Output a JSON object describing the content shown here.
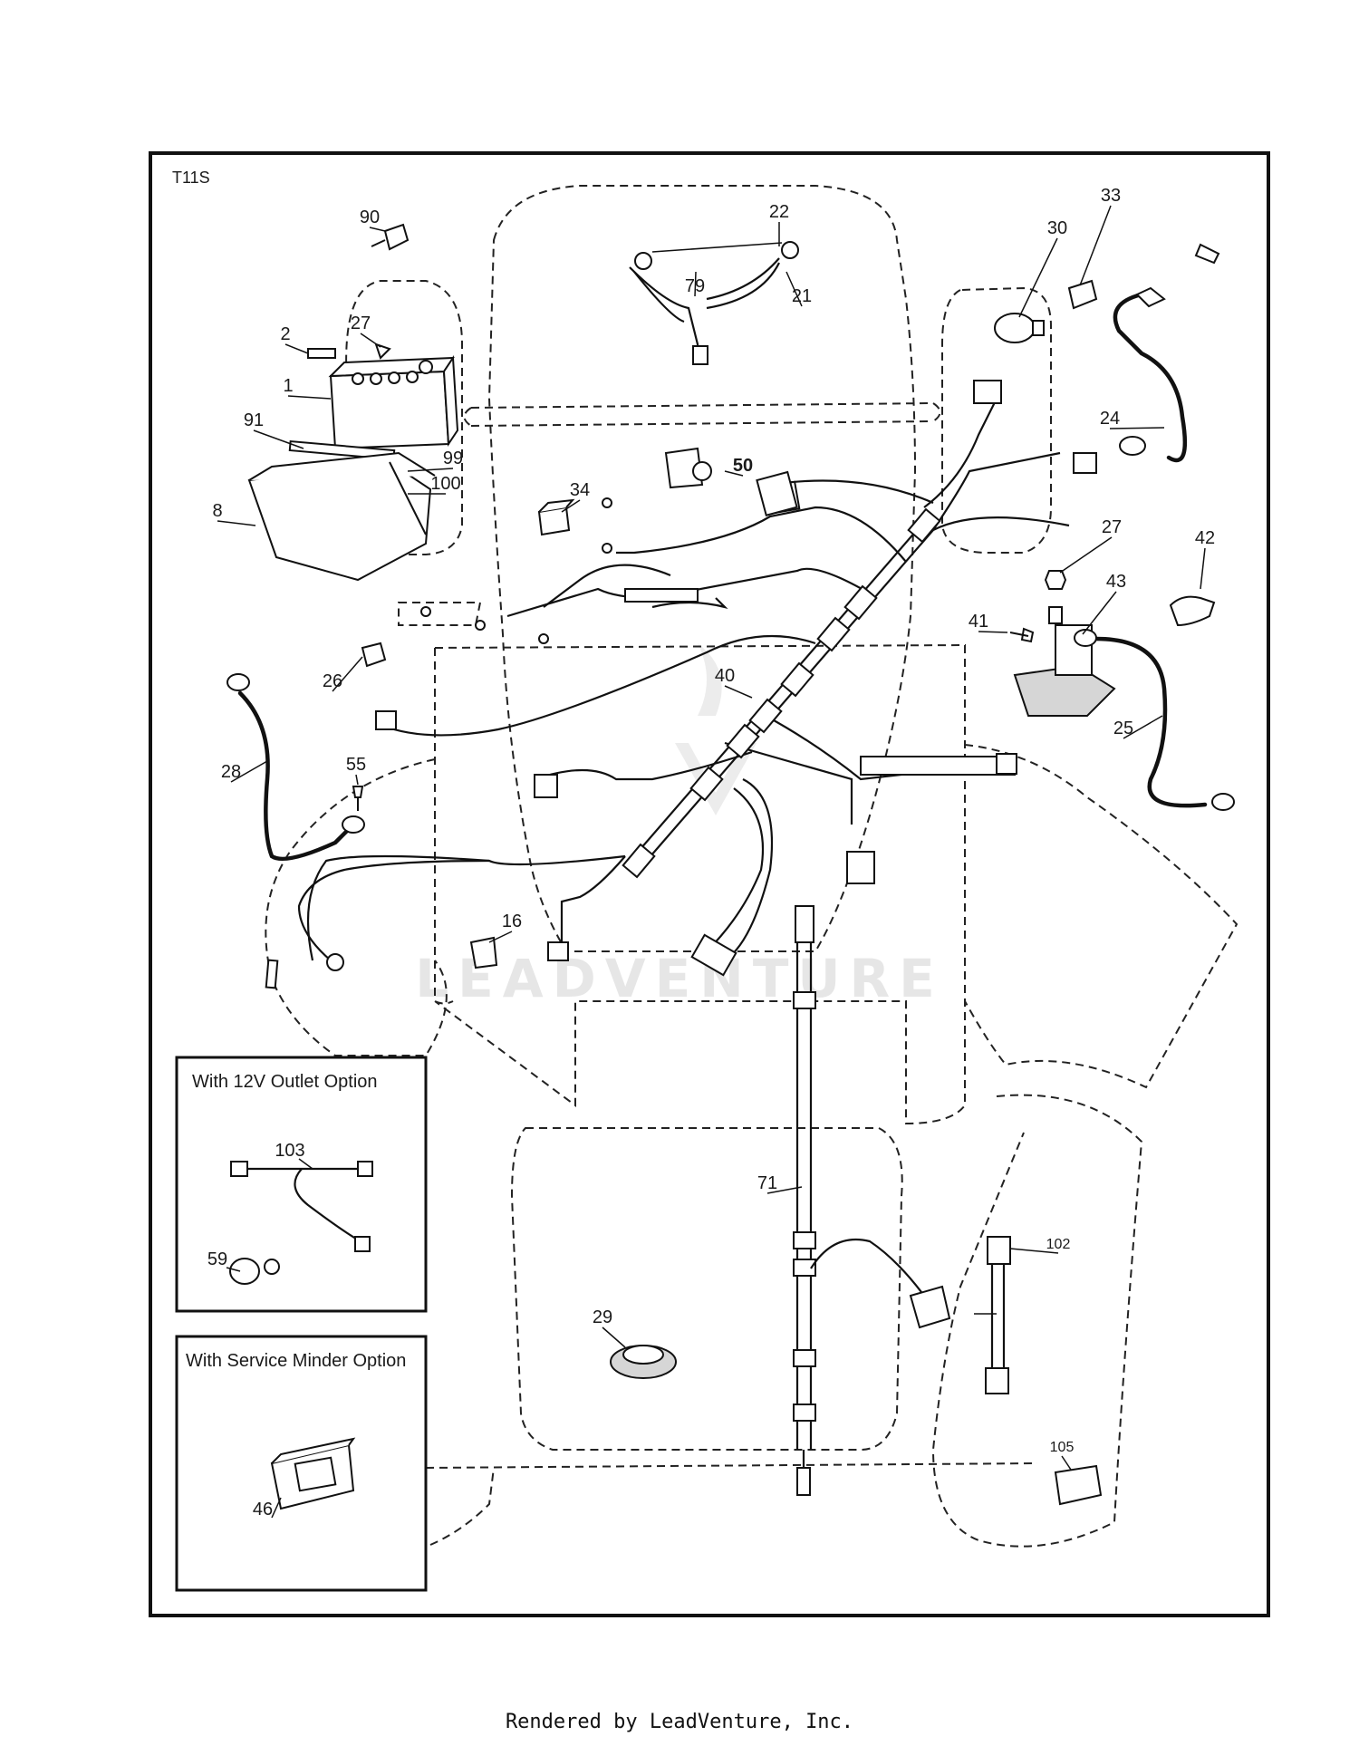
{
  "diagram_id": "T11S",
  "watermark": "LEADVENTURE",
  "footer": "Rendered by LeadVenture, Inc.",
  "insets": [
    {
      "title": "With 12V Outlet Option",
      "callouts": [
        "103",
        "59"
      ]
    },
    {
      "title": "With Service Minder Option",
      "callouts": [
        "46"
      ]
    }
  ],
  "callouts": [
    "90",
    "2",
    "27",
    "1",
    "91",
    "99",
    "100",
    "8",
    "22",
    "79",
    "21",
    "30",
    "33",
    "24",
    "34",
    "50",
    "27",
    "42",
    "43",
    "41",
    "26",
    "40",
    "25",
    "28",
    "55",
    "16",
    "71",
    "102",
    "29",
    "105"
  ]
}
